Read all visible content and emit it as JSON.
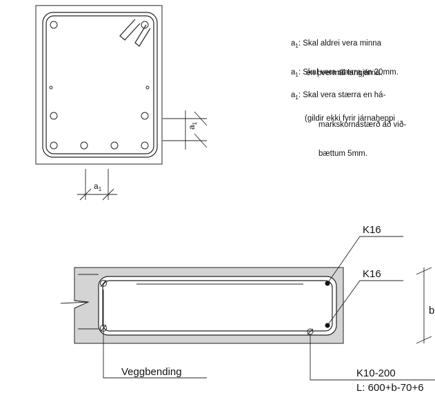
{
  "notes": [
    {
      "lines": [
        "Skal aldrei vera minna",
        "en þvermál langjárna."
      ]
    },
    {
      "lines": [
        "Skal vera stærra en 20mm."
      ]
    },
    {
      "lines": [
        "Skal vera stærra en há-",
        "markskornastærð að við-",
        "bættum 5mm."
      ]
    }
  ],
  "note_symbol": "a",
  "note_subscript": "1",
  "note_footer": "(gildir ekki fyrir járnaheppi",
  "dim_symbol": "a",
  "dim_subscript": "1",
  "labels": {
    "k16_top": "K16",
    "k16_bottom": "K16",
    "b_dim": "b",
    "wall_bend": "Veggbending",
    "k10": "K10-200",
    "length": "L: 600+b-70+6"
  }
}
